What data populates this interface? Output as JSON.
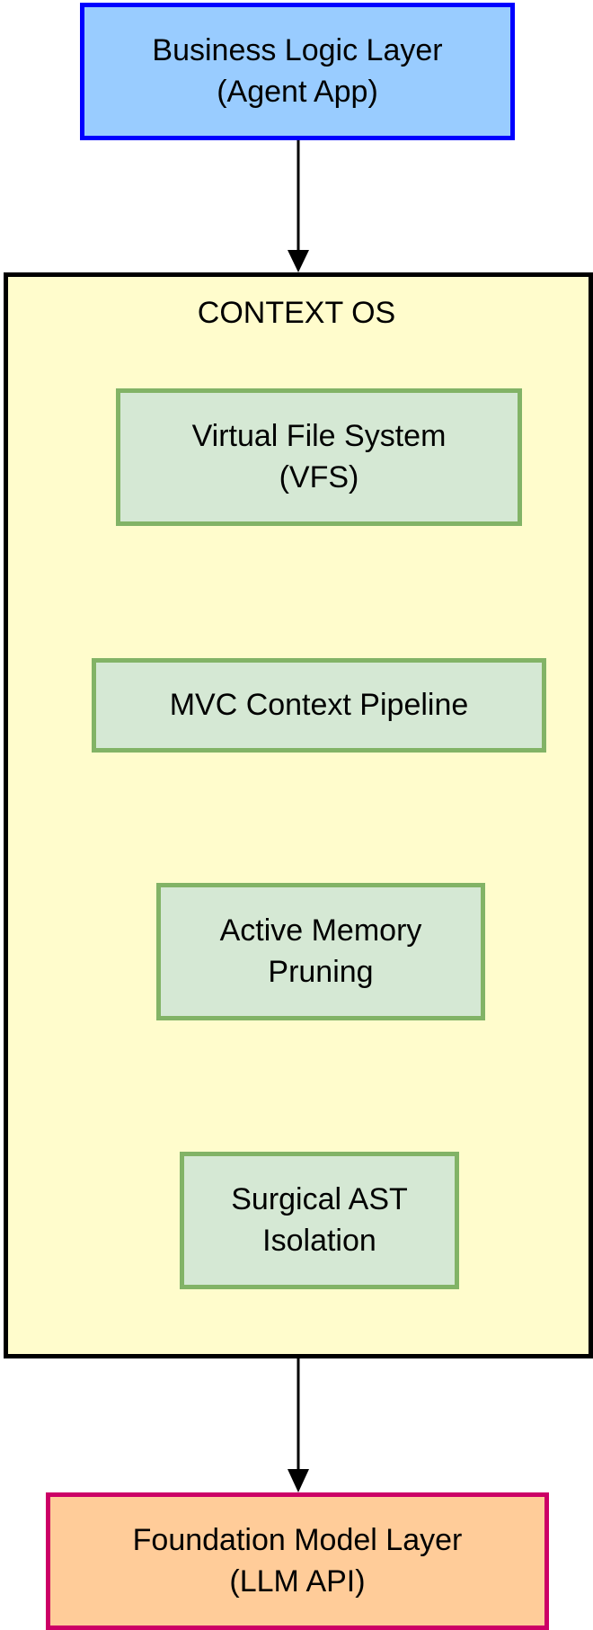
{
  "diagram": {
    "top_layer": {
      "line1": "Business Logic Layer",
      "line2": "(Agent App)"
    },
    "context_os": {
      "title": "CONTEXT OS",
      "components": [
        {
          "line1": "Virtual File System",
          "line2": "(VFS)"
        },
        {
          "line1": "MVC Context Pipeline",
          "line2": ""
        },
        {
          "line1": "Active Memory",
          "line2": "Pruning"
        },
        {
          "line1": "Surgical AST",
          "line2": "Isolation"
        }
      ]
    },
    "bottom_layer": {
      "line1": "Foundation Model Layer",
      "line2": "(LLM API)"
    }
  },
  "colors": {
    "top_fill": "#99ccff",
    "top_border": "#0000ff",
    "container_fill": "#fffccc",
    "container_border": "#000000",
    "component_fill": "#d5e8d4",
    "component_border": "#82b366",
    "bottom_fill": "#ffcc99",
    "bottom_border": "#cc0066",
    "arrow": "#000000"
  }
}
